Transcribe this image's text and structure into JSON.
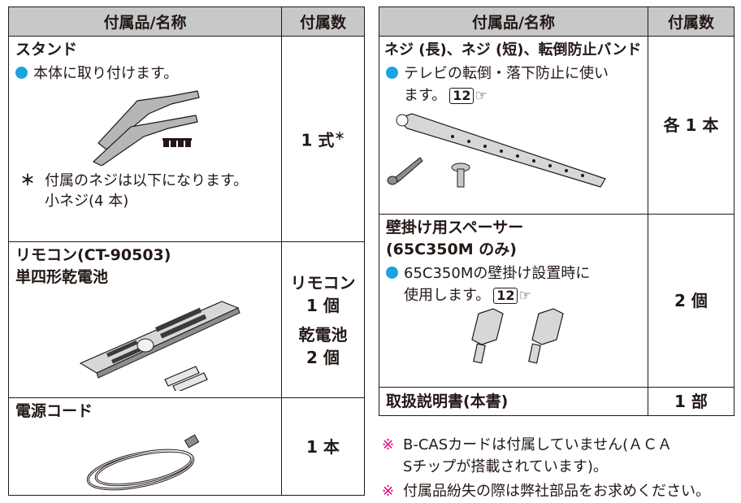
{
  "headers": {
    "name": "付属品/名称",
    "qty": "付属数"
  },
  "left": {
    "stand": {
      "name": "スタンド",
      "bullet": "本体に取り付けます。",
      "note": "付属のネジは以下になります。",
      "note2": "小ネジ(4 本)",
      "asterisk": "＊",
      "qty": "1 式",
      "qty_mark": "＊"
    },
    "remote": {
      "name1": "リモコン(CT-90503)",
      "name2": "単四形乾電池",
      "qty1a": "リモコン",
      "qty1b": "1 個",
      "qty2a": "乾電池",
      "qty2b": "2 個"
    },
    "cord": {
      "name": "電源コード",
      "qty": "1 本"
    }
  },
  "right": {
    "screws": {
      "name": "ネジ (長)、ネジ (短)、転倒防止バンド",
      "bullet1": "テレビの転倒・落下防止に使い",
      "bullet2": "ます。",
      "ref": "12",
      "qty": "各 1 本"
    },
    "spacer": {
      "name1": "壁掛け用スペーサー",
      "name2": "(65C350M のみ)",
      "bullet1": "65C350Mの壁掛け設置時に",
      "bullet2": "使用します。",
      "ref": "12",
      "qty": "2 個"
    },
    "manual": {
      "name": "取扱説明書(本書)",
      "qty": "1 部"
    }
  },
  "footnotes": {
    "mark": "※",
    "note1a": "B-CASカードは付属していません(ＡＣＡ",
    "note1b": "Sチップが搭載されています)。",
    "note2": "付属品紛失の際は弊社部品をお求めください。"
  },
  "colors": {
    "header_bg": "#c7c8ca",
    "bullet": "#1aa3df",
    "note_mark": "#e4007f"
  }
}
